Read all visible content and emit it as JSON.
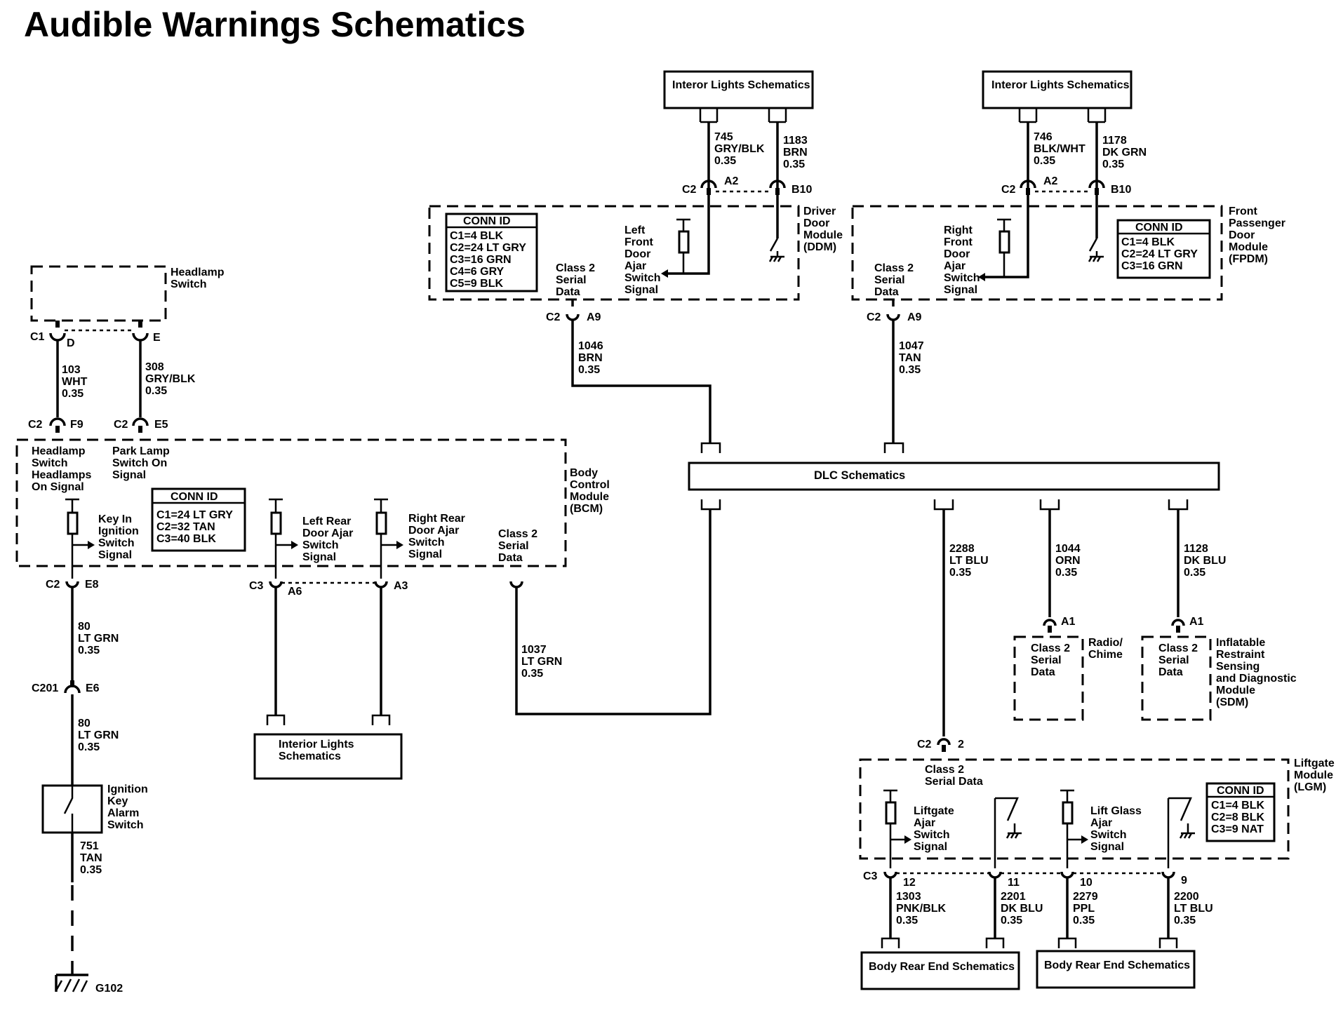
{
  "title": "Audible Warnings Schematics",
  "blocks": {
    "interior_lights_top_1": "Interor Lights Schematics",
    "interior_lights_top_2": "Interor Lights Schematics",
    "interior_lights_bottom": [
      "Interior Lights",
      "Schematics"
    ],
    "dlc": "DLC Schematics",
    "body_rear_1": "Body Rear End Schematics",
    "body_rear_2": "Body Rear End Schematics"
  },
  "modules": {
    "ddm": [
      "Driver",
      "Door",
      "Module",
      "(DDM)"
    ],
    "fpdm": [
      "Front",
      "Passenger",
      "Door",
      "Module",
      "(FPDM)"
    ],
    "bcm": [
      "Body",
      "Control",
      "Module",
      "(BCM)"
    ],
    "headlamp_switch": [
      "Headlamp",
      "Switch"
    ],
    "radio": [
      "Radio/",
      "Chime"
    ],
    "sdm": [
      "Inflatable",
      "Restraint",
      "Sensing",
      "and Diagnostic",
      "Module",
      "(SDM)"
    ],
    "lgm": [
      "Liftgate",
      "Module",
      "(LGM)"
    ],
    "ignition_key_switch": [
      "Ignition",
      "Key",
      "Alarm",
      "Switch"
    ]
  },
  "conn_tables": {
    "ddm": {
      "header": "CONN ID",
      "rows": [
        "C1=4 BLK",
        "C2=24 LT GRY",
        "C3=16 GRN",
        "C4=6 GRY",
        "C5=9 BLK"
      ]
    },
    "fpdm": {
      "header": "CONN ID",
      "rows": [
        "C1=4 BLK",
        "C2=24 LT GRY",
        "C3=16 GRN"
      ]
    },
    "bcm": {
      "header": "CONN ID",
      "rows": [
        "C1=24 LT GRY",
        "C2=32 TAN",
        "C3=40 BLK"
      ]
    },
    "lgm": {
      "header": "CONN ID",
      "rows": [
        "C1=4 BLK",
        "C2=8 BLK",
        "C3=9 NAT"
      ]
    }
  },
  "signals": {
    "lf_door_ajar": [
      "Left",
      "Front",
      "Door",
      "Ajar",
      "Switch",
      "Signal"
    ],
    "rf_door_ajar": [
      "Right",
      "Front",
      "Door",
      "Ajar",
      "Switch",
      "Signal"
    ],
    "ddm_class2": [
      "Class 2",
      "Serial",
      "Data"
    ],
    "fpdm_class2": [
      "Class 2",
      "Serial",
      "Data"
    ],
    "headlamps_on": [
      "Headlamp",
      "Switch",
      "Headlamps",
      "On Signal"
    ],
    "park_lamp_on": [
      "Park Lamp",
      "Switch On",
      "Signal"
    ],
    "key_in_ignition": [
      "Key In",
      "Ignition",
      "Switch",
      "Signal"
    ],
    "lr_door_ajar": [
      "Left Rear",
      "Door Ajar",
      "Switch",
      "Signal"
    ],
    "rr_door_ajar": [
      "Right Rear",
      "Door Ajar",
      "Switch",
      "Signal"
    ],
    "bcm_class2": [
      "Class 2",
      "Serial",
      "Data"
    ],
    "radio_class2": [
      "Class 2",
      "Serial",
      "Data"
    ],
    "sdm_class2": [
      "Class 2",
      "Serial",
      "Data"
    ],
    "lgm_class2": [
      "Class 2",
      "Serial Data"
    ],
    "liftgate_ajar": [
      "Liftgate",
      "Ajar",
      "Switch",
      "Signal"
    ],
    "liftglass_ajar": [
      "Lift Glass",
      "Ajar",
      "Switch",
      "Signal"
    ]
  },
  "wires": {
    "w745": [
      "745",
      "GRY/BLK",
      "0.35"
    ],
    "w1183": [
      "1183",
      "BRN",
      "0.35"
    ],
    "w746": [
      "746",
      "BLK/WHT",
      "0.35"
    ],
    "w1178": [
      "1178",
      "DK GRN",
      "0.35"
    ],
    "w1046": [
      "1046",
      "BRN",
      "0.35"
    ],
    "w1047": [
      "1047",
      "TAN",
      "0.35"
    ],
    "w103": [
      "103",
      "WHT",
      "0.35"
    ],
    "w308": [
      "308",
      "GRY/BLK",
      "0.35"
    ],
    "w80a": [
      "80",
      "LT GRN",
      "0.35"
    ],
    "w80b": [
      "80",
      "LT GRN",
      "0.35"
    ],
    "w751": [
      "751",
      "TAN",
      "0.35"
    ],
    "w1037": [
      "1037",
      "LT GRN",
      "0.35"
    ],
    "w2288": [
      "2288",
      "LT BLU",
      "0.35"
    ],
    "w1044": [
      "1044",
      "ORN",
      "0.35"
    ],
    "w1128": [
      "1128",
      "DK BLU",
      "0.35"
    ],
    "w1303": [
      "1303",
      "PNK/BLK",
      "0.35"
    ],
    "w2201": [
      "2201",
      "DK BLU",
      "0.35"
    ],
    "w2279": [
      "2279",
      "PPL",
      "0.35"
    ],
    "w2200": [
      "2200",
      "LT BLU",
      "0.35"
    ]
  },
  "connectors": {
    "ddm_c2": "C2",
    "ddm_a2": "A2",
    "ddm_b10": "B10",
    "fpdm_c2": "C2",
    "fpdm_a2": "A2",
    "fpdm_b10": "B10",
    "ddm_a9_c2": "C2",
    "ddm_a9": "A9",
    "fpdm_a9_c2": "C2",
    "fpdm_a9": "A9",
    "hs_c1": "C1",
    "hs_d": "D",
    "hs_e": "E",
    "bcm_c2a": "C2",
    "bcm_f9": "F9",
    "bcm_c2b": "C2",
    "bcm_e5": "E5",
    "bcm_c2c": "C2",
    "bcm_e8": "E8",
    "bcm_c3": "C3",
    "bcm_a6": "A6",
    "bcm_a3": "A3",
    "c201": "C201",
    "c201_e6": "E6",
    "radio_a1": "A1",
    "sdm_a1": "A1",
    "lgm_c2": "C2",
    "lgm_2": "2",
    "lgm_c3": "C3",
    "lgm_12": "12",
    "lgm_11": "11",
    "lgm_10": "10",
    "lgm_9": "9",
    "ground": "G102"
  }
}
